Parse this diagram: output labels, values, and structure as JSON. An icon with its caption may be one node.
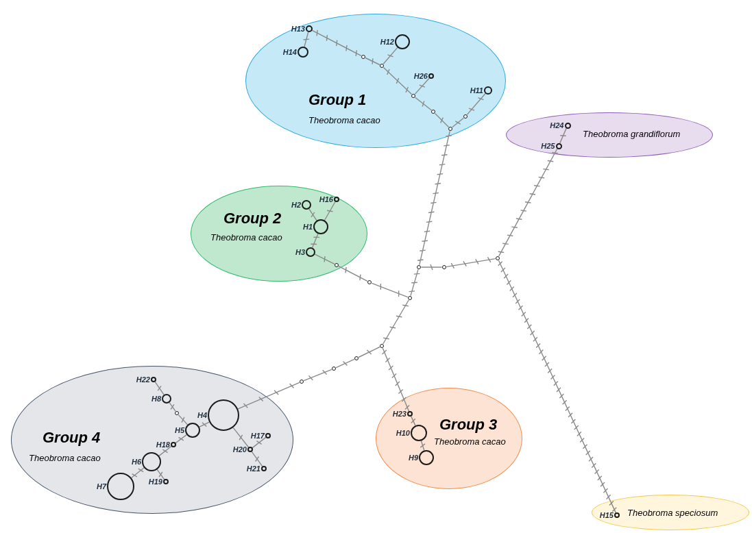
{
  "diagram": {
    "nodes": [
      {
        "text": [
          "Group 1",
          "Theobroma cacao"
        ]
      },
      {
        "text": [],
        "shape": "circle",
        "beside": [
          "H13"
        ],
        "in": 0
      },
      {
        "text": [],
        "shape": "circle",
        "beside": [
          "H14"
        ],
        "in": 0
      },
      {
        "text": [],
        "shape": "circle",
        "beside": [
          "H12"
        ],
        "in": 0
      },
      {
        "text": [],
        "shape": "circle",
        "beside": [
          "H26"
        ],
        "in": 0
      },
      {
        "text": [],
        "shape": "circle",
        "beside": [
          "H11"
        ],
        "in": 0
      },
      {
        "text": [],
        "shape": "circle",
        "in": 0
      },
      {
        "text": [],
        "shape": "circle",
        "in": 0
      },
      {
        "text": [],
        "shape": "circle",
        "in": 0
      },
      {
        "text": [],
        "shape": "circle",
        "in": 0
      },
      {
        "text": [],
        "shape": "circle",
        "in": 0
      },
      {
        "text": [],
        "shape": "circle",
        "in": 0
      },
      {
        "text": [
          "Theobroma grandiflorum"
        ]
      },
      {
        "text": [],
        "shape": "circle",
        "beside": [
          "H24"
        ],
        "in": 12
      },
      {
        "text": [],
        "shape": "circle",
        "beside": [
          "H25"
        ],
        "in": 12
      },
      {
        "text": [
          "Group 2",
          "Theobroma cacao"
        ]
      },
      {
        "text": [],
        "shape": "circle",
        "beside": [
          "H2"
        ],
        "in": 15
      },
      {
        "text": [],
        "shape": "circle",
        "beside": [
          "H16"
        ],
        "in": 15
      },
      {
        "text": [],
        "shape": "circle",
        "beside": [
          "H1"
        ],
        "in": 15
      },
      {
        "text": [],
        "shape": "circle",
        "beside": [
          "H3"
        ],
        "in": 15
      },
      {
        "text": [],
        "shape": "circle",
        "in": 15
      },
      {
        "text": [],
        "shape": "circle"
      },
      {
        "text": [],
        "shape": "circle"
      },
      {
        "text": [],
        "shape": "circle"
      },
      {
        "text": [],
        "shape": "circle"
      },
      {
        "text": [],
        "shape": "circle"
      },
      {
        "text": [],
        "shape": "circle"
      },
      {
        "text": [],
        "shape": "circle"
      },
      {
        "text": [],
        "shape": "circle"
      },
      {
        "text": [],
        "shape": "circle"
      },
      {
        "text": [
          "Group 4",
          "Theobroma cacao"
        ]
      },
      {
        "text": [],
        "shape": "circle",
        "beside": [
          "H22"
        ],
        "in": 30
      },
      {
        "text": [],
        "shape": "circle",
        "beside": [
          "H8"
        ],
        "in": 30
      },
      {
        "text": [],
        "shape": "circle",
        "in": 30
      },
      {
        "text": [],
        "shape": "circle",
        "beside": [
          "H4"
        ],
        "in": 30
      },
      {
        "text": [],
        "shape": "circle",
        "beside": [
          "H5"
        ],
        "in": 30
      },
      {
        "text": [],
        "shape": "circle",
        "beside": [
          "H17"
        ],
        "in": 30
      },
      {
        "text": [],
        "shape": "circle",
        "beside": [
          "H18"
        ],
        "in": 30
      },
      {
        "text": [],
        "shape": "circle",
        "beside": [
          "H20"
        ],
        "in": 30
      },
      {
        "text": [],
        "shape": "circle",
        "beside": [
          "H6"
        ],
        "in": 30
      },
      {
        "text": [],
        "shape": "circle",
        "beside": [
          "H21"
        ],
        "in": 30
      },
      {
        "text": [],
        "shape": "circle",
        "beside": [
          "H19"
        ],
        "in": 30
      },
      {
        "text": [],
        "shape": "circle",
        "beside": [
          "H7"
        ],
        "in": 30
      },
      {
        "text": [
          "Group 3",
          "Theobroma cacao"
        ]
      },
      {
        "text": [],
        "shape": "circle",
        "beside": [
          "H23"
        ],
        "in": 43
      },
      {
        "text": [],
        "shape": "circle",
        "beside": [
          "H10"
        ],
        "in": 43
      },
      {
        "text": [],
        "shape": "circle",
        "beside": [
          "H9"
        ],
        "in": 43
      },
      {
        "text": [
          "Theobroma speciosum"
        ]
      },
      {
        "text": [],
        "shape": "circle",
        "beside": [
          "H15"
        ],
        "in": 47
      }
    ],
    "edges": [
      {
        "from": 1,
        "to": 2,
        "arrow": "none"
      },
      {
        "from": 1,
        "to": 6,
        "arrow": "none"
      },
      {
        "from": 6,
        "to": 7,
        "arrow": "none"
      },
      {
        "from": 7,
        "to": 3,
        "arrow": "none"
      },
      {
        "from": 7,
        "to": 8,
        "arrow": "none"
      },
      {
        "from": 8,
        "to": 4,
        "arrow": "none"
      },
      {
        "from": 8,
        "to": 9,
        "arrow": "none"
      },
      {
        "from": 9,
        "to": 11,
        "arrow": "none"
      },
      {
        "from": 5,
        "to": 10,
        "arrow": "none"
      },
      {
        "from": 10,
        "to": 11,
        "arrow": "none"
      },
      {
        "from": 11,
        "to": 22,
        "arrow": "none"
      },
      {
        "from": 13,
        "to": 14,
        "arrow": "none"
      },
      {
        "from": 14,
        "to": 24,
        "arrow": "none"
      },
      {
        "from": 16,
        "to": 18,
        "arrow": "none"
      },
      {
        "from": 17,
        "to": 18,
        "arrow": "none"
      },
      {
        "from": 18,
        "to": 19,
        "arrow": "none"
      },
      {
        "from": 19,
        "to": 20,
        "arrow": "none"
      },
      {
        "from": 20,
        "to": 21,
        "arrow": "none"
      },
      {
        "from": 21,
        "to": 25,
        "arrow": "none"
      },
      {
        "from": 22,
        "to": 23,
        "arrow": "none"
      },
      {
        "from": 23,
        "to": 24,
        "arrow": "none"
      },
      {
        "from": 22,
        "to": 25,
        "arrow": "none"
      },
      {
        "from": 24,
        "to": 48,
        "arrow": "none"
      },
      {
        "from": 25,
        "to": 26,
        "arrow": "none"
      },
      {
        "from": 26,
        "to": 27,
        "arrow": "none"
      },
      {
        "from": 27,
        "to": 28,
        "arrow": "none"
      },
      {
        "from": 28,
        "to": 29,
        "arrow": "none"
      },
      {
        "from": 29,
        "to": 34,
        "arrow": "none"
      },
      {
        "from": 31,
        "to": 32,
        "arrow": "none"
      },
      {
        "from": 32,
        "to": 33,
        "arrow": "none"
      },
      {
        "from": 33,
        "to": 35,
        "arrow": "none"
      },
      {
        "from": 35,
        "to": 34,
        "arrow": "none"
      },
      {
        "from": 35,
        "to": 37,
        "arrow": "none"
      },
      {
        "from": 37,
        "to": 39,
        "arrow": "none"
      },
      {
        "from": 39,
        "to": 41,
        "arrow": "none"
      },
      {
        "from": 39,
        "to": 42,
        "arrow": "none"
      },
      {
        "from": 34,
        "to": 38,
        "arrow": "none"
      },
      {
        "from": 38,
        "to": 36,
        "arrow": "none"
      },
      {
        "from": 38,
        "to": 40,
        "arrow": "none"
      },
      {
        "from": 26,
        "to": 44,
        "arrow": "none"
      },
      {
        "from": 44,
        "to": 45,
        "arrow": "none"
      },
      {
        "from": 45,
        "to": 46,
        "arrow": "none"
      }
    ]
  }
}
